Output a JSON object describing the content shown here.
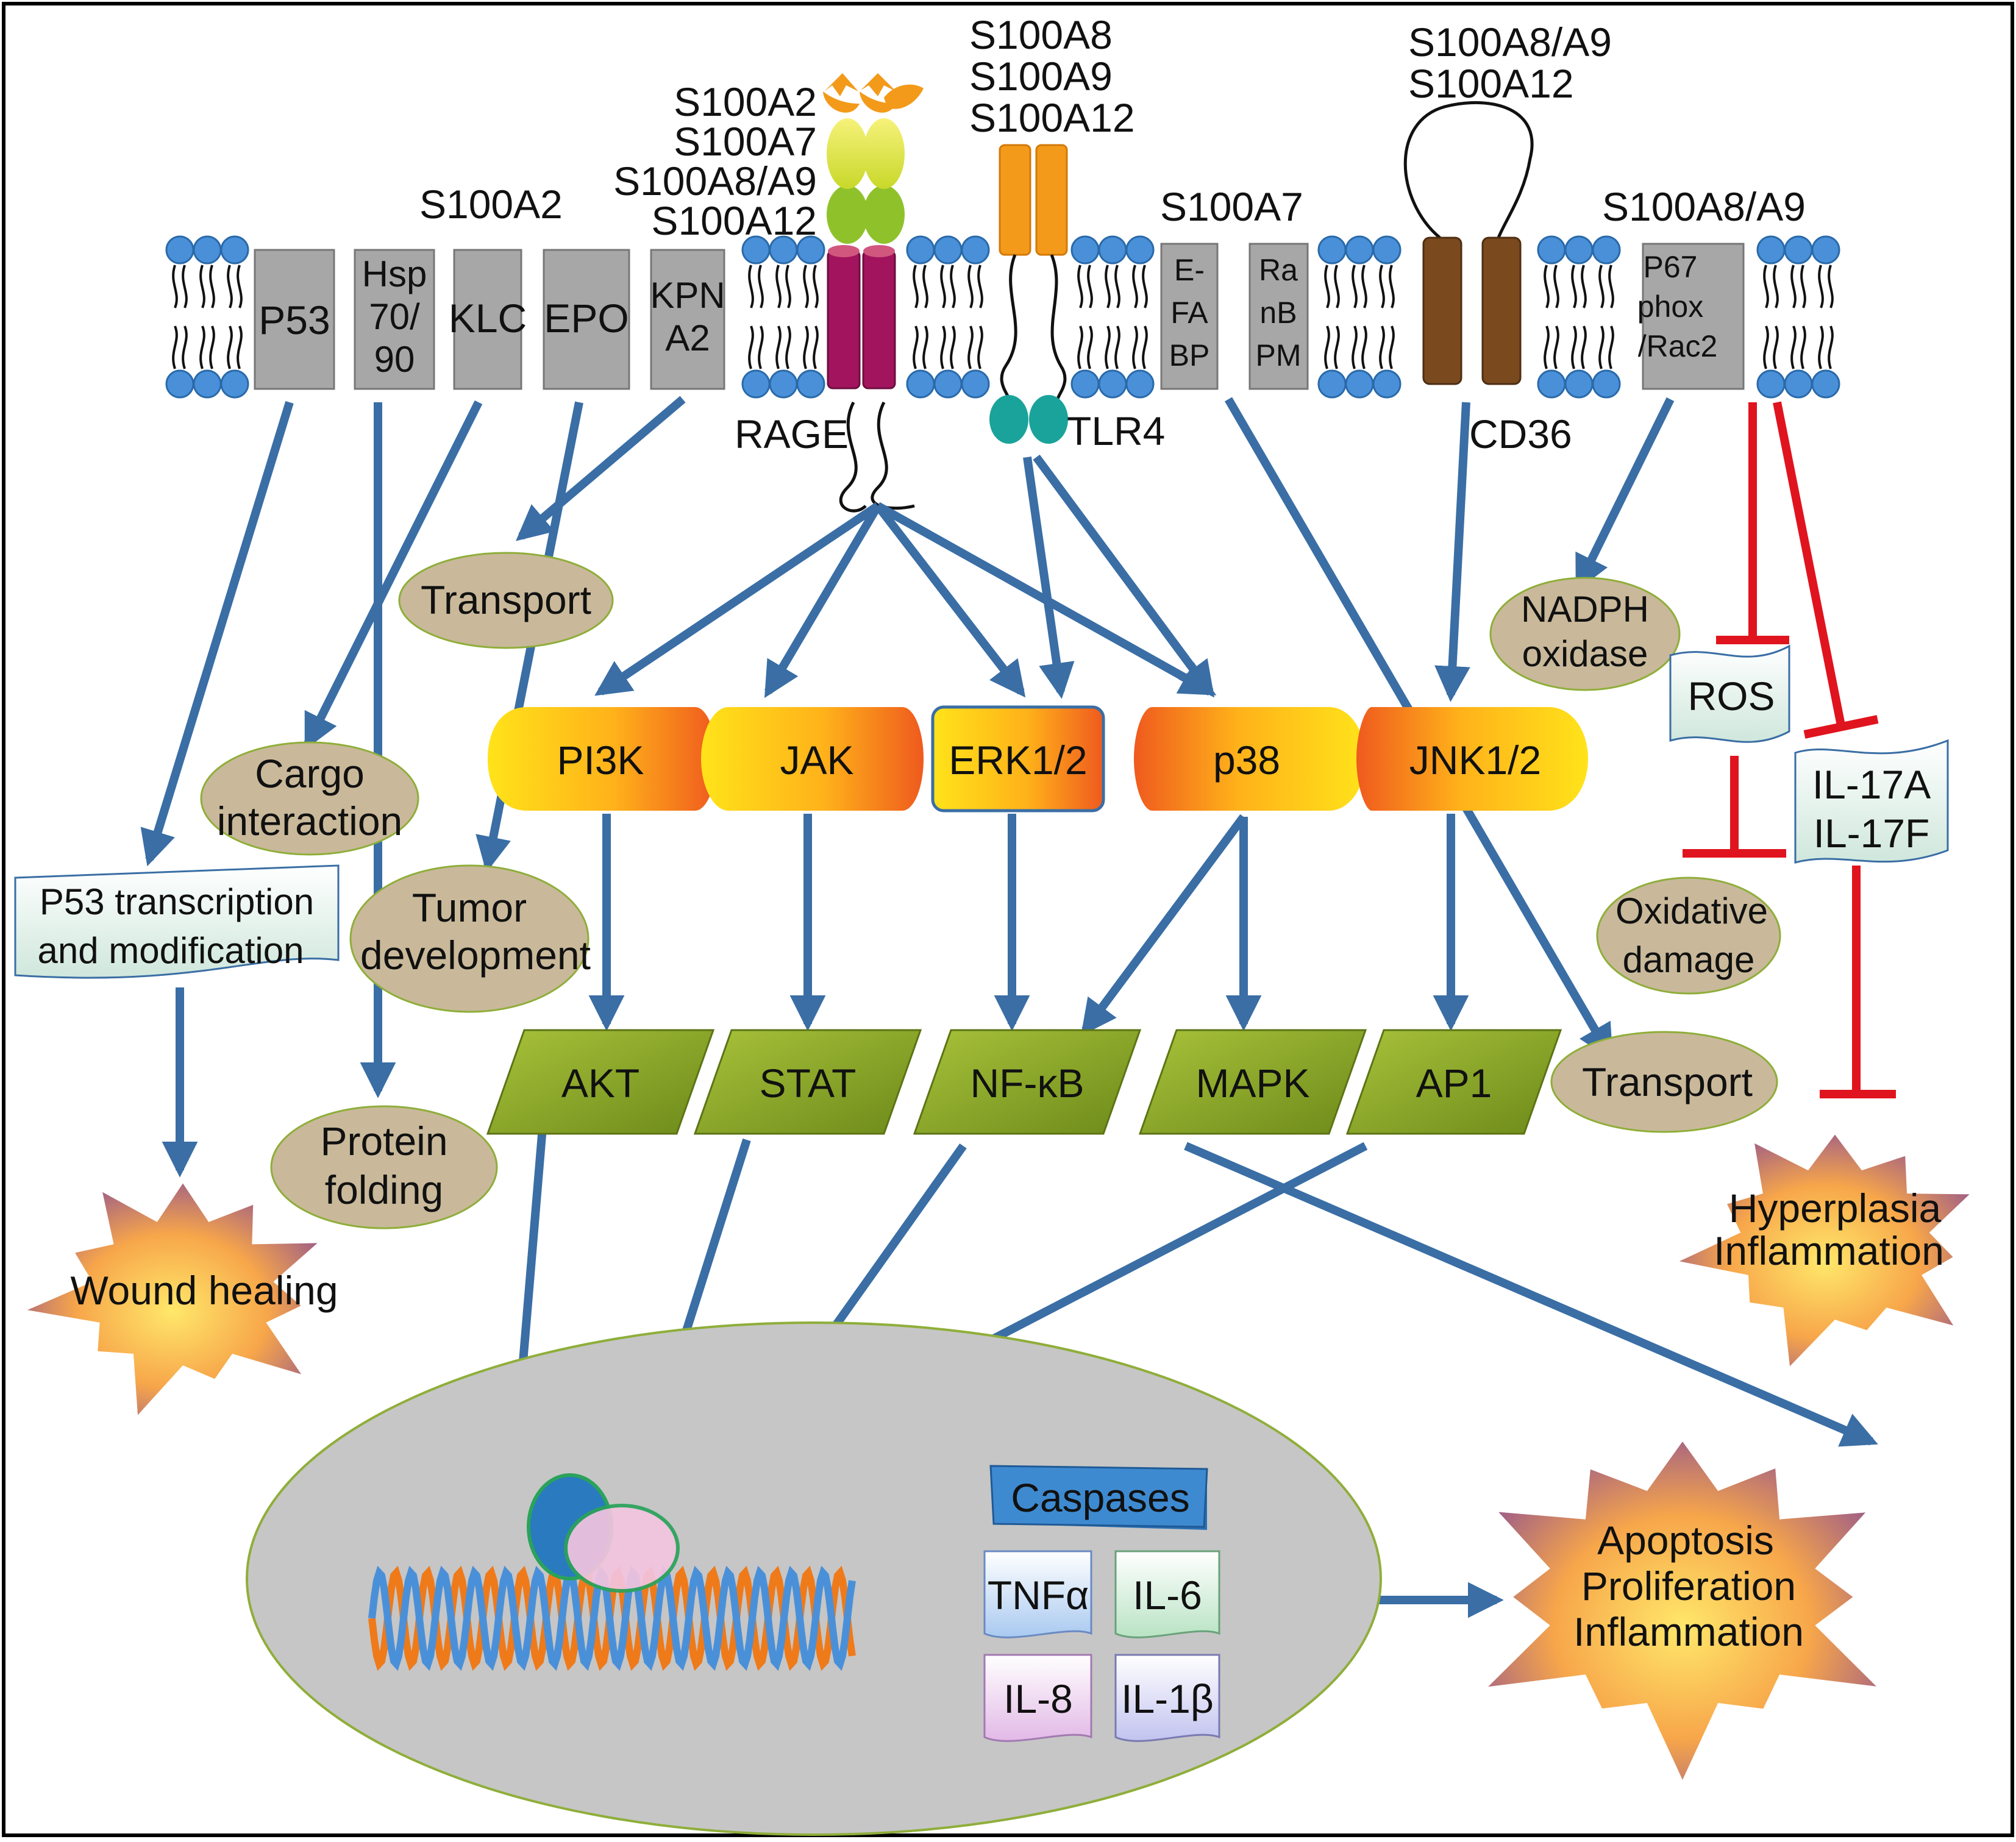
{
  "ligands": {
    "rage_ligands": [
      "S100A2",
      "S100A7",
      "S100A8/A9",
      "S100A12"
    ],
    "tlr4_ligands": [
      "S100A8",
      "S100A9",
      "S100A12"
    ],
    "cd36_ligands": [
      "S100A8/A9",
      "S100A12"
    ],
    "s100a2_label": "S100A2",
    "s100a7_label": "S100A7",
    "s100a89_label": "S100A8/A9"
  },
  "membrane_proteins": {
    "p53": "P53",
    "hsp": [
      "Hsp",
      "70/",
      "90"
    ],
    "klc": "KLC",
    "epo": "EPO",
    "kpna2": [
      "KPN",
      "A2"
    ],
    "efabp": [
      "E-",
      "FA",
      "BP"
    ],
    "ranbpm": [
      "Ra",
      "nB",
      "PM"
    ],
    "p67": [
      "P67",
      "phox",
      "/Rac2"
    ]
  },
  "receptors": {
    "rage": "RAGE",
    "tlr4": "TLR4",
    "cd36": "CD36"
  },
  "processes": {
    "transport_top": "Transport",
    "cargo": [
      "Cargo",
      "interaction"
    ],
    "tumor": [
      "Tumor",
      "development"
    ],
    "protein_folding": [
      "Protein",
      "folding"
    ],
    "nadph": [
      "NADPH",
      "oxidase"
    ],
    "oxidative": [
      "Oxidative",
      "damage"
    ],
    "transport_right": "Transport",
    "p53_tx": [
      "P53 transcription",
      "and modification"
    ],
    "ros": "ROS",
    "il17": [
      "IL-17A",
      "IL-17F"
    ]
  },
  "kinases": [
    "PI3K",
    "JAK",
    "ERK1/2",
    "p38",
    "JNK1/2"
  ],
  "transcription_factors": [
    "AKT",
    "STAT",
    "NF-κB",
    "MAPK",
    "AP1"
  ],
  "nucleus": {
    "caspases": "Caspases",
    "cytokines": [
      "TNFα",
      "IL-6",
      "IL-8",
      "IL-1β"
    ]
  },
  "outcomes": {
    "wound": "Wound healing",
    "hyperplasia": [
      "Hyperplasia",
      "Inflammation"
    ],
    "apoptosis": [
      "Apoptosis",
      "Proliferation",
      "Inflammation"
    ]
  },
  "colors": {
    "arrow": "#3a6ea5",
    "inhibit": "#e0141e",
    "membrane_protein": "#a7a7a7",
    "lipid_head": "#4a90d9",
    "process_ellipse": "#c9b99a",
    "nucleus": "#c6c6c6",
    "tf": "#8aa62a",
    "rage": "#a3145e",
    "cd36": "#7a4a1e",
    "tlr4": "#1aa39a"
  }
}
